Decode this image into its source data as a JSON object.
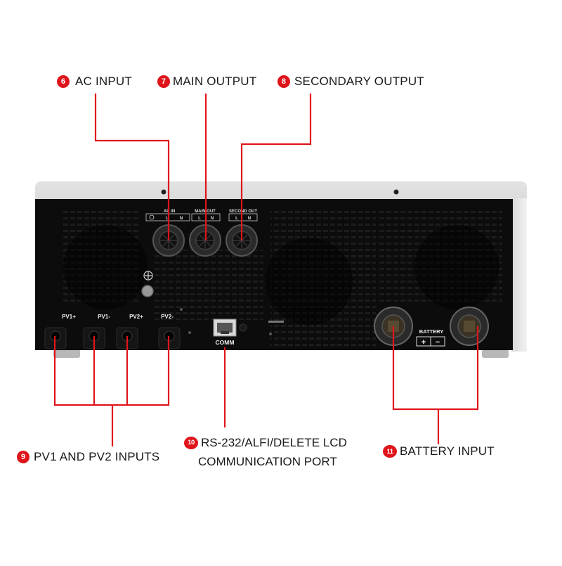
{
  "callouts": {
    "ac_input": {
      "num": "6",
      "label": "AC INPUT"
    },
    "main_output": {
      "num": "7",
      "label": "MAIN OUTPUT"
    },
    "secondary_output": {
      "num": "8",
      "label": "SECONDARY OUTPUT"
    },
    "pv_inputs": {
      "num": "9",
      "label": "PV1 AND PV2 INPUTS"
    },
    "comm_port": {
      "num": "10",
      "line1": "RS-232/ALFI/DELETE LCD",
      "line2": "COMMUNICATION PORT"
    },
    "battery_input": {
      "num": "11",
      "label": "BATTERY INPUT"
    }
  },
  "panel": {
    "ac_in_label": "AC IN",
    "main_out_label": "MAIN OUT",
    "second_out_label": "SECOND OUT",
    "terminal_l": "L",
    "terminal_n": "N",
    "pv_labels": [
      "PV1+",
      "PV1-",
      "PV2+",
      "PV2-"
    ],
    "comm_label": "COMM",
    "battery_label": "BATTERY",
    "battery_plus": "+",
    "battery_minus": "−"
  },
  "colors": {
    "accent_red": "#e0141b",
    "panel_black": "#0c0c0c",
    "chassis_gray": "#b9b9b9"
  }
}
